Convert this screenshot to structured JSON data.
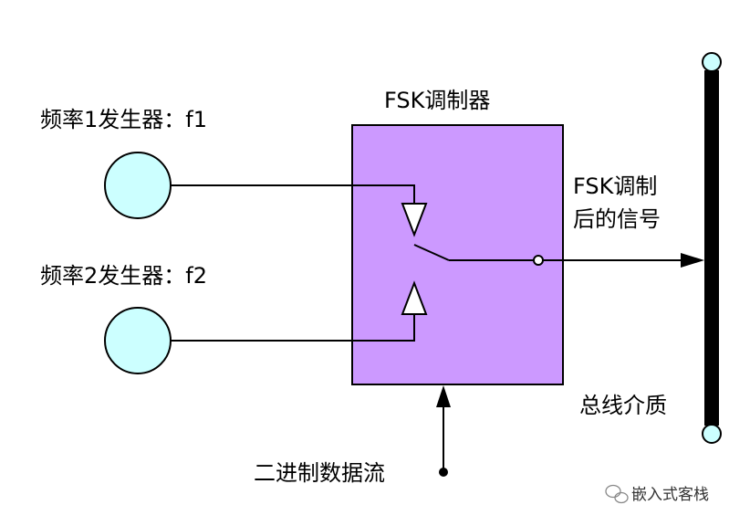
{
  "labels": {
    "gen1": "频率1发生器：f1",
    "gen2": "频率2发生器：f2",
    "modulator_title": "FSK调制器",
    "output_line1": "FSK调制",
    "output_line2": "后的信号",
    "bus_medium": "总线介质",
    "binary_stream": "二进制数据流"
  },
  "watermark": {
    "text": "嵌入式客栈",
    "icon": "wechat-icon"
  },
  "colors": {
    "modulator_fill": "#cc99ff",
    "generator_fill": "#ccffff",
    "stroke": "#000000",
    "bus": "#000000"
  }
}
